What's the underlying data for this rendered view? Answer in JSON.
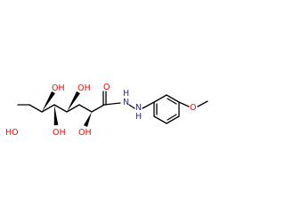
{
  "molecule": {
    "atom_labels": [
      {
        "text": "HO",
        "element": "O"
      },
      {
        "text": "OH",
        "element": "O"
      },
      {
        "text": "OH",
        "element": "O"
      },
      {
        "text": "OH",
        "element": "O"
      },
      {
        "text": "OH",
        "element": "O"
      },
      {
        "text": "O",
        "element": "O"
      },
      {
        "text": "H",
        "element": "N"
      },
      {
        "text": "N",
        "element": "N"
      },
      {
        "text": "N",
        "element": "N"
      },
      {
        "text": "H",
        "element": "N"
      },
      {
        "text": "O",
        "element": "O"
      }
    ],
    "colors": {
      "bond": "#000000",
      "oxygen": "#ff0000",
      "nitrogen": "#1f1fd6"
    }
  }
}
